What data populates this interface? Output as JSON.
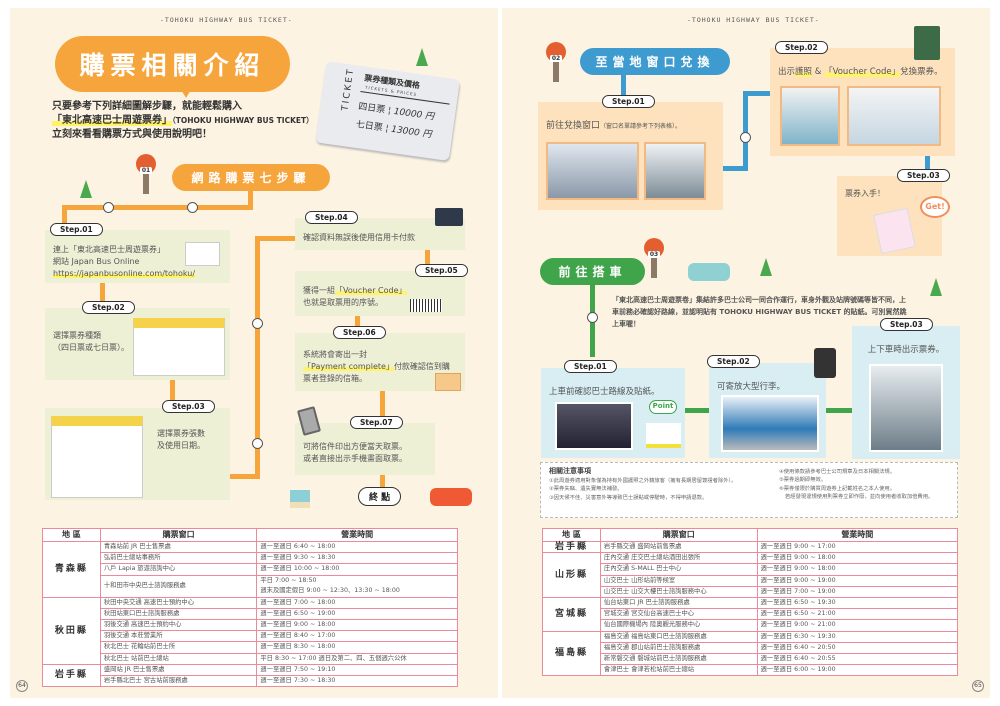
{
  "header": "-TOHOKU HIGHWAY BUS TICKET-",
  "left": {
    "title": "購票相關介紹",
    "intro": [
      "只要參考下列詳細圖解步驟，就能輕鬆購入",
      "「東北高速巴士周遊票券」",
      "（TOHOKU HIGHWAY BUS TICKET）",
      "立刻來看看購票方式與使用說明吧！"
    ],
    "ticket": {
      "side": "TICKET",
      "heading": "票券種類及價格",
      "sub": "TICKETS & PRICES",
      "rows": [
        {
          "type": "四日票",
          "price": "10000 円"
        },
        {
          "type": "七日票",
          "price": "13000 円"
        }
      ]
    },
    "stop_no": "01",
    "section": "網路購票七步驟",
    "steps": [
      {
        "label": "Step.01",
        "text": "連上「東北高速巴士周遊票券」",
        "text2": "網站 Japan Bus Online",
        "link": "https://japanbusonline.com/tohoku/"
      },
      {
        "label": "Step.02",
        "text": "選擇票券種類",
        "text2": "（四日票或七日票）。"
      },
      {
        "label": "Step.03",
        "text": "選擇票券張數",
        "text2": "及使用日期。"
      },
      {
        "label": "Step.04",
        "text": "確認資料無誤後使用信用卡付款"
      },
      {
        "label": "Step.05",
        "pre": "獲得一組",
        "hl": "「Voucher Code」",
        "text2": "也就是取票用的序號。"
      },
      {
        "label": "Step.06",
        "pre": "系統將會寄出一封",
        "hl": "「Payment complete」",
        "text2": "付款確認信到購票者登錄的信箱。"
      },
      {
        "label": "Step.07",
        "text": "可將信件印出方便當天取票。",
        "text2": "或者直接出示手機畫面取票。"
      }
    ],
    "end": "終 點",
    "table": {
      "headers": [
        "地 區",
        "購票窗口",
        "營業時間"
      ],
      "groups": [
        {
          "region": "青森縣",
          "rows": [
            [
              "青森站前 JR 巴士售票處",
              "週一至週日 6:40 ~ 18:00"
            ],
            [
              "弘前巴士總站事務所",
              "週一至週日 9:30 ~ 18:30"
            ],
            [
              "八戶 Lapia 旅遊諮詢中心",
              "週一至週日 10:00 ~ 18:00"
            ],
            [
              "十和田市中央巴士諮詢服務處",
              "平日 7:00 ~ 18:50 / 週末及國定假日 9:00 ~ 12:30、13:30 ~ 18:00"
            ]
          ]
        },
        {
          "region": "秋田縣",
          "rows": [
            [
              "秋田中央交通 高速巴士預約中心",
              "週一至週日 7:00 ~ 18:00"
            ],
            [
              "秋田站東口巴士諮詢服務處",
              "週一至週日 6:50 ~ 19:00"
            ],
            [
              "羽後交通 高速巴士預約中心",
              "週一至週日 9:00 ~ 18:00"
            ],
            [
              "羽後交通 本莊營業所",
              "週一至週日 8:40 ~ 17:00"
            ],
            [
              "秋北巴士 花輪站前巴士所",
              "週一至週日 8:30 ~ 18:00"
            ],
            [
              "秋北巴士 站前巴士總站",
              "平日 8:30 ~ 17:00 週日及第二、四、五個週六公休"
            ]
          ]
        },
        {
          "region": "岩手縣",
          "rows": [
            [
              "盛岡站 JR 巴士售票處",
              "週一至週日 7:50 ~ 19:10"
            ],
            [
              "岩手縣北巴士 宮古站前服務處",
              "週一至週日 7:30 ~ 18:30"
            ]
          ]
        }
      ]
    },
    "page": "64"
  },
  "right": {
    "stop_no": "02",
    "section1": "至當地窗口兌換",
    "s1steps": [
      {
        "label": "Step.01",
        "text": "前往兌換窗口",
        "small": "（窗口名單請參考下列表格）。"
      },
      {
        "label": "Step.02",
        "pre": "出示",
        "hl1": "護照",
        "mid": " & ",
        "hl2": "「Voucher Code」",
        "post": "兌換票券。"
      },
      {
        "label": "Step.03",
        "text": "票券入手！",
        "badge": "Get!"
      }
    ],
    "stop_no2": "03",
    "section2": "前往搭車",
    "desc": "「東北高速巴士周遊票卷」集結許多巴士公司一同合作運行，車身外觀及站牌號碼等皆不同，上車前務必確認好路線，並認明貼有 TOHOKU HIGHWAY BUS TICKET 的貼紙。可別貿然跳上車喔！",
    "s2steps": [
      {
        "label": "Step.01",
        "text": "上車前確認巴士路線及貼紙。",
        "badge": "Point"
      },
      {
        "label": "Step.02",
        "text": "可寄放大型行李。"
      },
      {
        "label": "Step.03",
        "text": "上下車時出示票券。"
      }
    ],
    "notes": {
      "title": "相關注意事項",
      "items": [
        "①此周遊券適用對象僅為持有外國護照之外籍旅客（擁有長期居留簽證者除外）。",
        "②票券失竊、遺失實無法補發。",
        "③因天候不佳、災害意外等導致巴士誤點或停駛時，不得申請退款。",
        "④使用條款請參考巴士公司規章及日本相關法規。",
        "⑤票券過期即無效。",
        "⑥票券僅限於購買周遊券上記載姓名之本人使用。",
        "若經發現違規使用則票券立即作廢，並向使用者收取加倍費用。"
      ]
    },
    "table": {
      "headers": [
        "地 區",
        "購票窗口",
        "營業時間"
      ],
      "groups": [
        {
          "region": "岩手縣",
          "rows": [
            [
              "岩手縣交通 盛岡站前售票處",
              "週一至週日 9:00 ~ 17:00"
            ]
          ]
        },
        {
          "region": "山形縣",
          "rows": [
            [
              "庄內交通 庄交巴士總站酒田出張所",
              "週一至週日 9:00 ~ 18:00"
            ],
            [
              "庄內交通 S-MALL 巴士中心",
              "週一至週日 9:00 ~ 18:00"
            ],
            [
              "山交巴士 山形站前等候室",
              "週一至週日 9:00 ~ 19:00"
            ],
            [
              "山交巴士 山交大樓巴士諮詢服務中心",
              "週一至週日 7:00 ~ 19:00"
            ]
          ]
        },
        {
          "region": "宮城縣",
          "rows": [
            [
              "仙台站東口 JR 巴士諮詢服務處",
              "週一至週日 6:50 ~ 19:30"
            ],
            [
              "宮城交通 宮交仙台高速巴士中心",
              "週一至週日 6:50 ~ 21:00"
            ],
            [
              "仙台國際機場內 陸奧觀光服務中心",
              "週一至週日 9:00 ~ 21:00"
            ]
          ]
        },
        {
          "region": "福島縣",
          "rows": [
            [
              "福島交通 福島站東口巴士諮詢服務處",
              "週一至週日 6:30 ~ 19:30"
            ],
            [
              "福島交通 郡山站前巴士諮詢服務處",
              "週一至週日 6:40 ~ 20:50"
            ],
            [
              "新常磐交通 磐城站前巴士諮詢服務處",
              "週一至週日 6:40 ~ 20:55"
            ],
            [
              "會津巴士 會津若松站前巴士總站",
              "週一至週日 6:00 ~ 19:00"
            ]
          ]
        }
      ]
    },
    "page": "65"
  },
  "colors": {
    "orange": "#f6a53c",
    "blue": "#3e9bd0",
    "green": "#3fa44a",
    "table_border": "#e88c9c"
  }
}
